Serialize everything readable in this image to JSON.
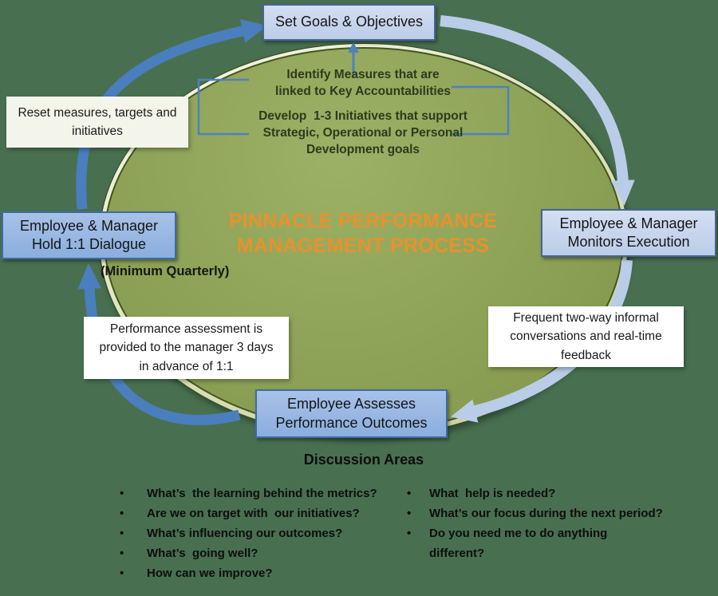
{
  "title": "PINNACLE PERFORMANCE\nMANAGEMENT PROCESS",
  "ellipse_notes": {
    "measures": "Identify Measures that are\nlinked to Key Accountabilities",
    "initiatives": "Develop  1-3 Initiatives that support\nStrategic, Operational or Personal\nDevelopment goals"
  },
  "stages": {
    "top": "Set Goals & Objectives",
    "right": "Employee & Manager\nMonitors Execution",
    "bottom": "Employee Assesses\nPerformance Outcomes",
    "left": "Employee & Manager\nHold 1:1 Dialogue",
    "left_caption": "(Minimum Quarterly)"
  },
  "annotations": {
    "reset": "Reset measures, targets and\ninitiatives",
    "frequent": "Frequent two-way informal\nconversations and real-time\nfeedback",
    "assessment": "Performance assessment is\nprovided to the manager 3 days\nin advance of 1:1"
  },
  "discussion": {
    "heading": "Discussion Areas",
    "left_items": [
      "What’s  the learning behind the metrics?",
      "Are we on target with  our initiatives?",
      "What’s influencing our outcomes?",
      "What’s  going well?",
      "How can we improve?"
    ],
    "right_items": [
      "What  help is needed?",
      "What’s our focus during the next period?",
      "Do you need me to do anything\ndifferent?"
    ]
  },
  "colors": {
    "background": "#487050",
    "ellipse_green": "#8da256",
    "title_orange": "#e8912d",
    "arrow_dark_blue": "#4a7ebd",
    "arrow_light_blue": "#b9cde9",
    "stage_fill_light": "#c7d5ec",
    "stage_fill_medium": "#8fb2e0",
    "stage_border": "#44659a",
    "bracket_blue": "#4f81bd"
  }
}
